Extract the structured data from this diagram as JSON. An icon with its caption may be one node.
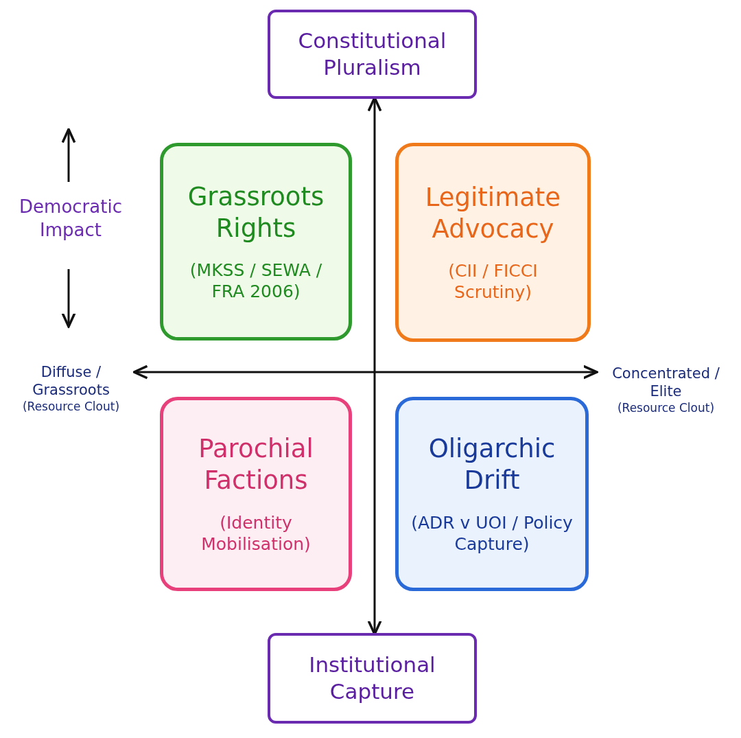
{
  "diagram": {
    "nodes": [
      {
        "text": [
          "Constitutional Pluralism"
        ]
      },
      {
        "text": [
          "Grassroots Rights",
          "(MKSS / SEWA / FRA 2006)"
        ]
      },
      {
        "text": [
          "Legitimate Advocacy",
          "(CII / FICCI Scrutiny)"
        ]
      },
      {
        "text": [
          "Parochial Factions",
          "(Identity Mobilisation)"
        ]
      },
      {
        "text": [
          "Oligarchic Drift",
          "(ADR v UOI / Policy Capture)"
        ]
      },
      {
        "text": [
          "Institutional Capture"
        ]
      },
      {
        "text": [
          "Diffuse / Grassroots",
          "(Resource Clout)"
        ]
      },
      {
        "text": [
          "Concentrated / Elite",
          "(Resource Clout)"
        ]
      }
    ],
    "edges": [
      {
        "from": 0,
        "to": 5,
        "arrow": "both"
      },
      {
        "from": 6,
        "to": 7,
        "arrow": "both"
      }
    ],
    "labels": [
      "Democratic Impact"
    ]
  }
}
